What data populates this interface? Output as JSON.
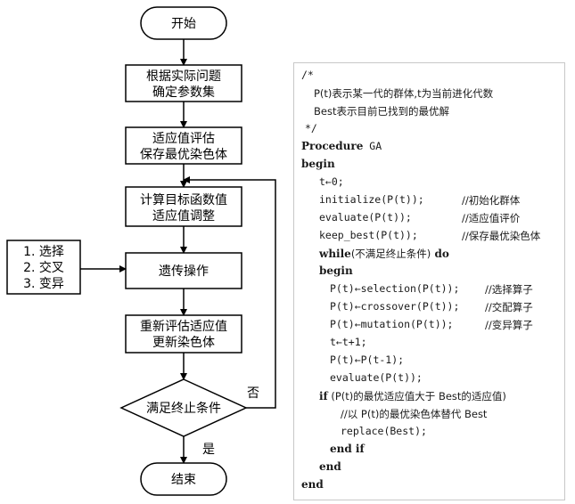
{
  "flowchart": {
    "start": "开始",
    "step1": [
      "根据实际问题",
      "确定参数集"
    ],
    "step2": [
      "适应值评估",
      "保存最优染色体"
    ],
    "step3": [
      "计算目标函数值",
      "适应值调整"
    ],
    "step4": "遗传操作",
    "step5": [
      "重新评估适应值",
      "更新染色体"
    ],
    "decision": "满足终止条件",
    "no_label": "否",
    "yes_label": "是",
    "end": "结束",
    "ops": [
      "1. 选择",
      "2. 交叉",
      "3. 变异"
    ]
  },
  "code": {
    "l1": "/*",
    "l2": "P(t)表示某一代的群体,t为当前进化代数",
    "l3": "Best表示目前已找到的最优解",
    "l4": "*/",
    "l5a": "Procedure",
    "l5b": " GA",
    "l6": "begin",
    "l7": "t←0;",
    "l8a": "initialize(P(t));",
    "l8b": "//初始化群体",
    "l9a": "evaluate(P(t));",
    "l9b": "//适应值评价",
    "l10a": "keep_best(P(t));",
    "l10b": "//保存最优染色体",
    "l11a": "while",
    "l11b": "(不满足终止条件)",
    "l11c": " do",
    "l12": "begin",
    "l13a": "P(t)←selection(P(t));",
    "l13b": "//选择算子",
    "l14a": "P(t)←crossover(P(t));",
    "l14b": "//交配算子",
    "l15a": "P(t)←mutation(P(t));",
    "l15b": "//变异算子",
    "l16": "t←t+1;",
    "l17": "P(t)←P(t-1);",
    "l18": "evaluate(P(t));",
    "l19a": "if",
    "l19b": " (P(t)的最优适应值大于 Best的适应值)",
    "l20": "//以 P(t)的最优染色体替代 Best",
    "l21": "replace(Best);",
    "l22": "end if",
    "l23": "end",
    "l24": "end"
  }
}
